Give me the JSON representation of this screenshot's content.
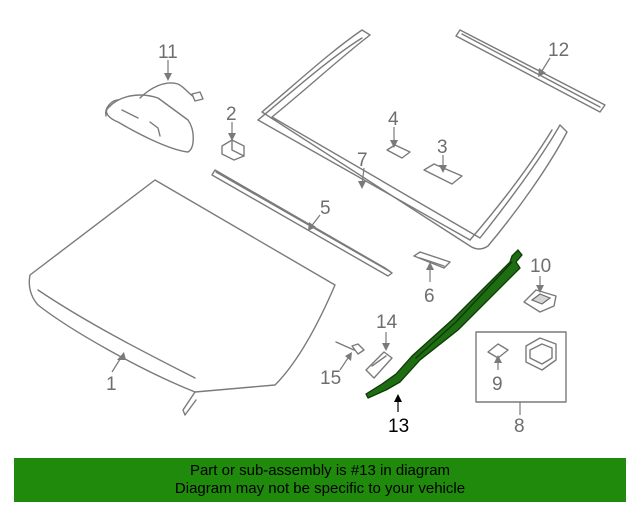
{
  "callouts": {
    "c1": "1",
    "c2": "2",
    "c3": "3",
    "c4": "4",
    "c5": "5",
    "c6": "6",
    "c7": "7",
    "c8": "8",
    "c9": "9",
    "c10": "10",
    "c11": "11",
    "c12": "12",
    "c13": "13",
    "c14": "14",
    "c15": "15"
  },
  "highlighted_part": "13",
  "banner": {
    "line1": "Part or sub-assembly is #13 in diagram",
    "line2": "Diagram may not be specific to your vehicle"
  },
  "colors": {
    "banner_background": "#1f8a0b",
    "highlight_part": "#1f6d12",
    "line_art": "#7a7a7a"
  }
}
